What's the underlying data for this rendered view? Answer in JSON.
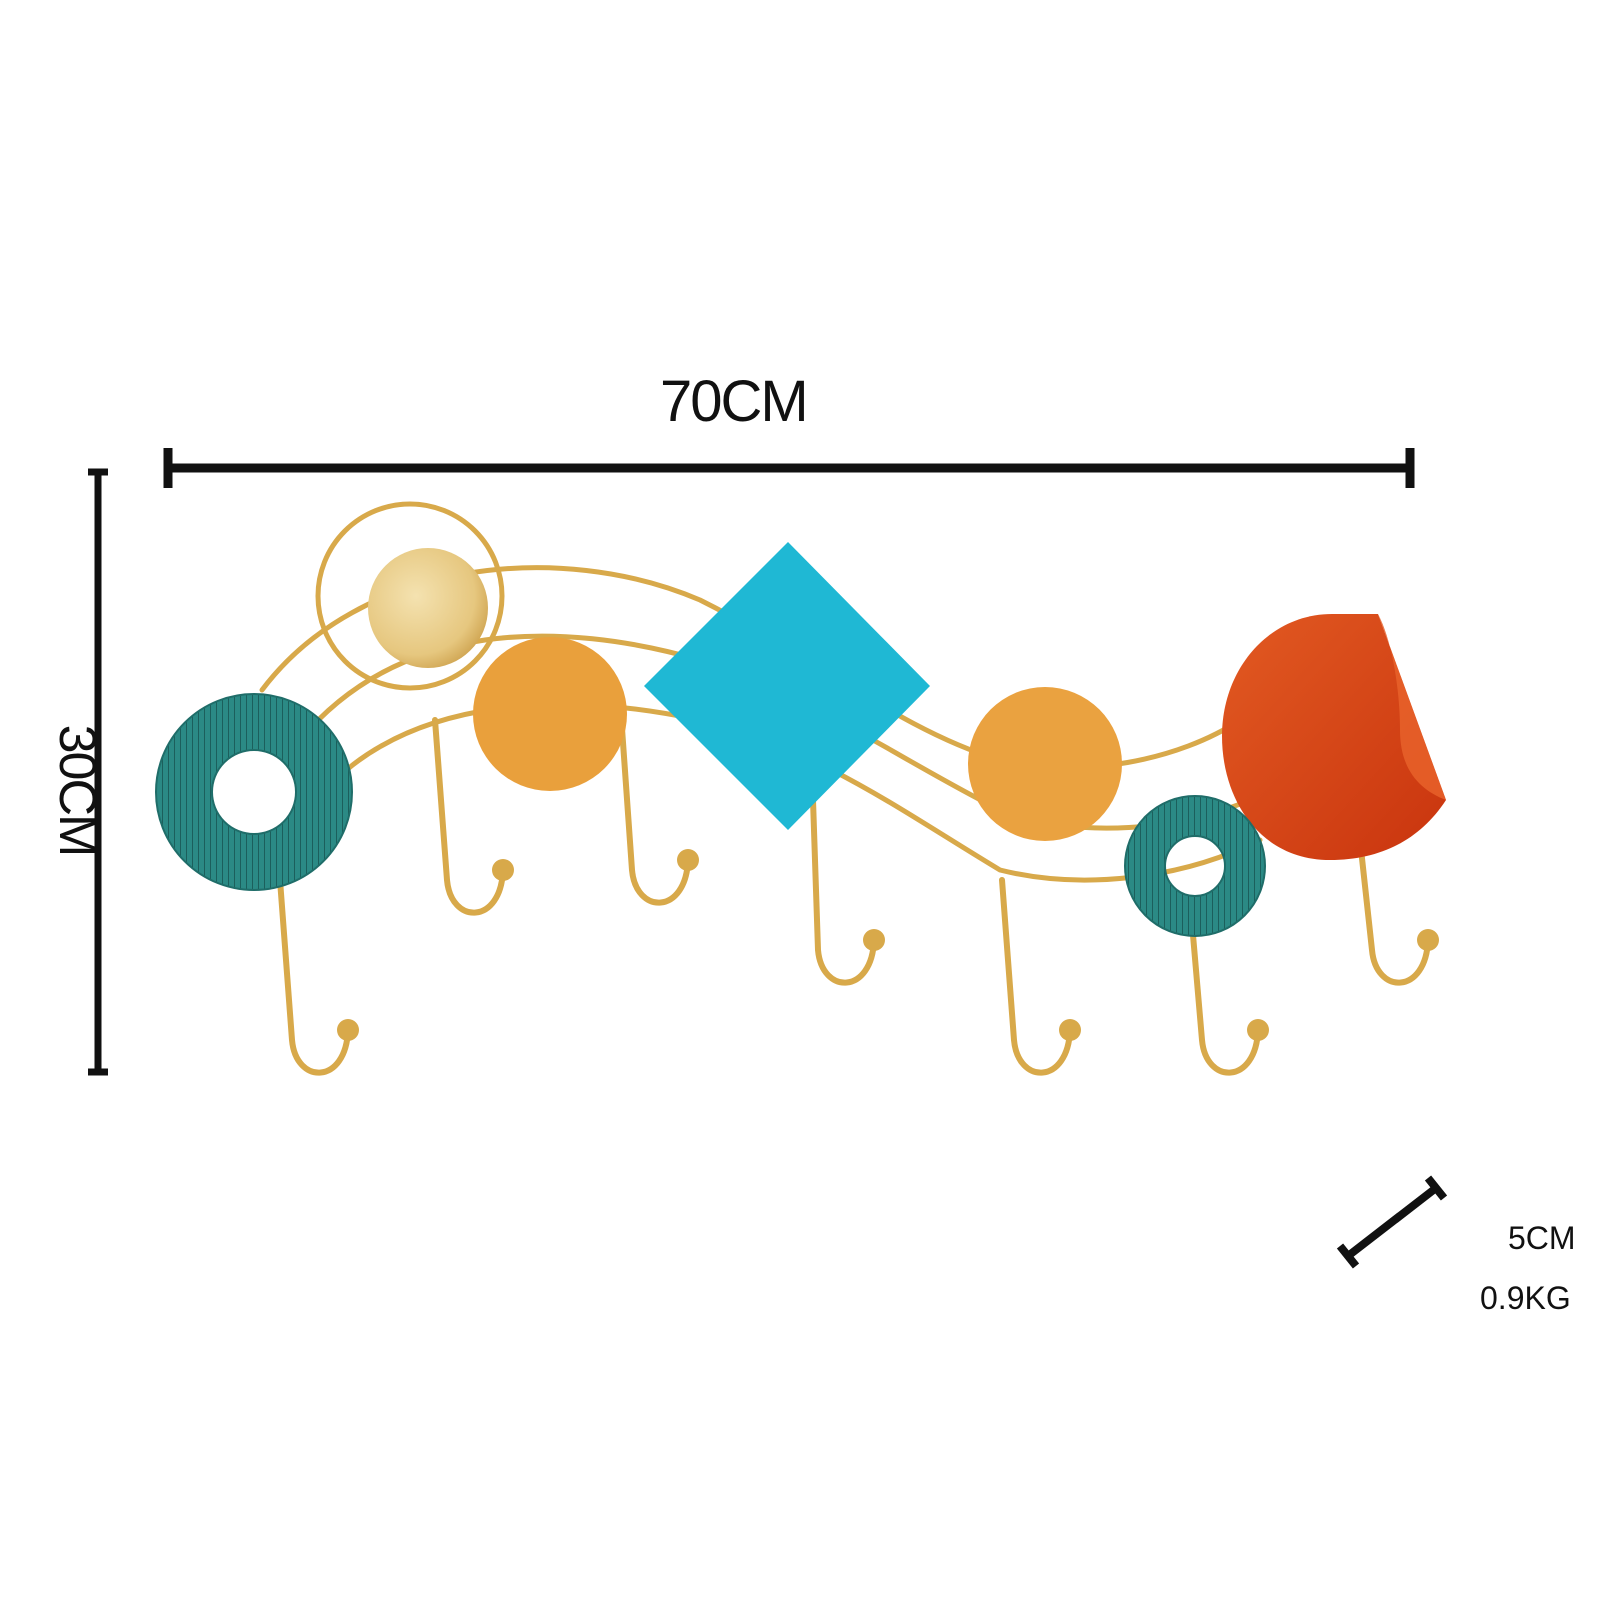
{
  "dimensions": {
    "width": "70CM",
    "height": "30CM",
    "depth": "5CM",
    "weight": "0.9KG"
  },
  "colors": {
    "gold": "#d8a94a",
    "teal": "#2a8580",
    "orange": "#e8a03a",
    "sky_blue": "#1fb8d4",
    "red_orange": "#d9441a",
    "ink": "#111111"
  },
  "hook_count": 7,
  "icons": [
    "width-dimension-line",
    "height-dimension-line",
    "depth-dimension-line"
  ]
}
